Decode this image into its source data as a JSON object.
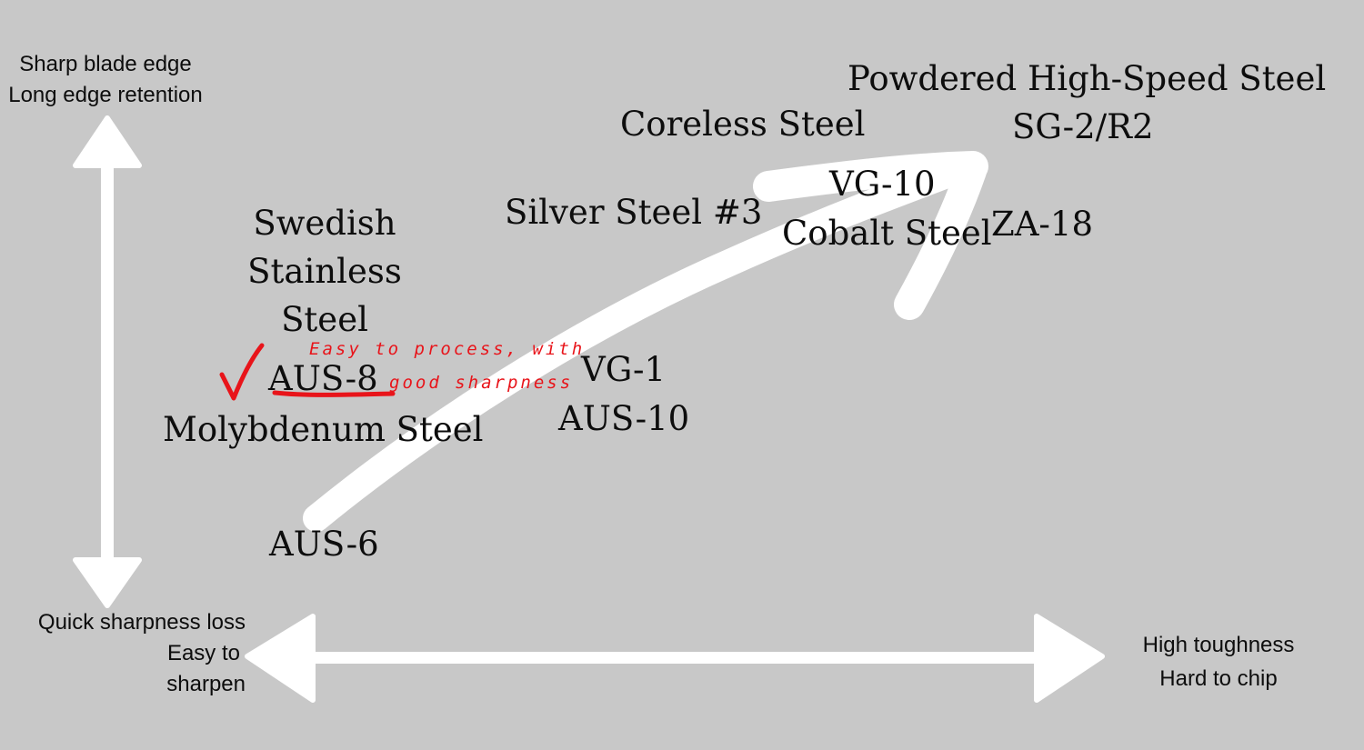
{
  "axes": {
    "y_top_line1": "Sharp blade edge",
    "y_top_line2": "Long edge retention",
    "y_bottom_line1": "Quick sharpness loss",
    "y_bottom_line2": "Easy to",
    "y_bottom_line3": "sharpen",
    "x_right_line1": "High toughness",
    "x_right_line2": "Hard to chip"
  },
  "steels": {
    "powdered": "Powdered High-Speed Steel",
    "sg2": "SG-2/R2",
    "coreless": "Coreless Steel",
    "vg10": "VG-10",
    "silver": "Silver Steel #3",
    "cobalt": "Cobalt Steel",
    "za18": "ZA-18",
    "swedish1": "Swedish",
    "swedish2": "Stainless",
    "swedish3": "Steel",
    "aus8": "AUS-8",
    "molybdenum": "Molybdenum Steel",
    "vg1": "VG-1",
    "aus10": "AUS-10",
    "aus6": "AUS-6"
  },
  "annotation": {
    "line1": "Easy to process, with",
    "line2": "good sharpness"
  },
  "colors": {
    "background": "#c8c8c8",
    "arrows": "#ffffff",
    "text": "#0d0d0d",
    "annotation": "#e8141a"
  }
}
